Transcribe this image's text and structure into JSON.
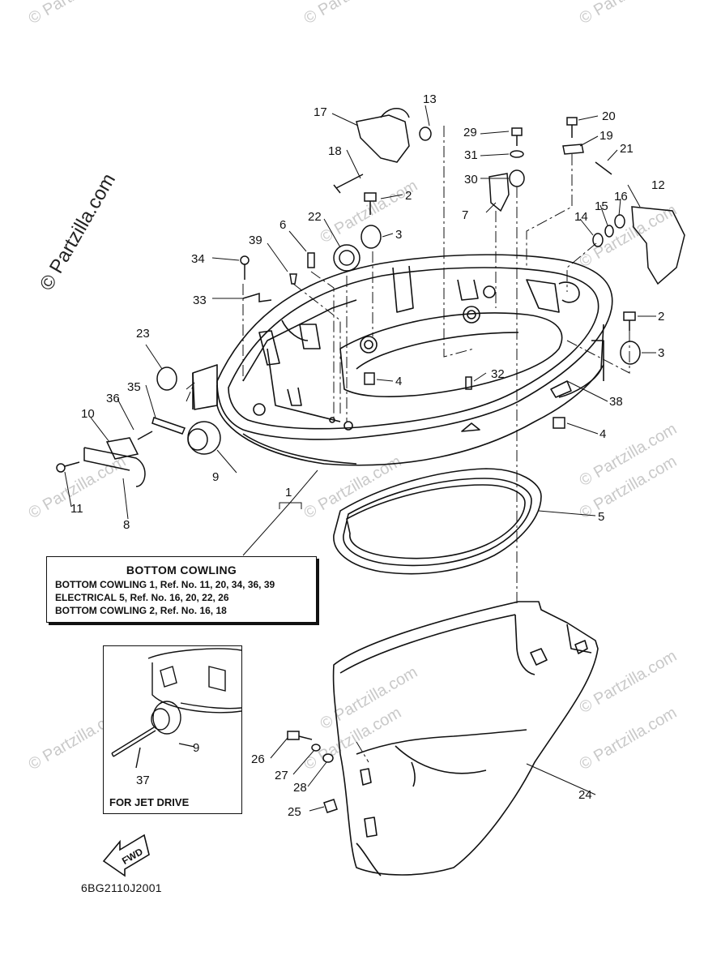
{
  "watermark": "© Partzilla.com",
  "side_watermark": "© Partzilla.com",
  "legend": {
    "title": "BOTTOM  COWLING",
    "rows": [
      "BOTTOM  COWLING  1,   Ref.  No. 11, 20, 34, 36, 39",
      "ELECTRICAL  5,   Ref.  No.  16,  20,  22,  26",
      "BOTTOM  COWLING  2,   Ref.  No.  16,  18"
    ]
  },
  "inset": {
    "title": "FOR JET DRIVE",
    "labels": [
      "9",
      "37"
    ]
  },
  "fwd_label": "FWD",
  "diagram_code": "6BG2110J2001",
  "callouts": [
    "1",
    "2",
    "2",
    "3",
    "3",
    "4",
    "4",
    "5",
    "6",
    "7",
    "8",
    "9",
    "10",
    "11",
    "12",
    "13",
    "14",
    "15",
    "16",
    "17",
    "18",
    "19",
    "20",
    "21",
    "22",
    "23",
    "24",
    "25",
    "26",
    "27",
    "28",
    "29",
    "30",
    "31",
    "32",
    "33",
    "34",
    "35",
    "36",
    "38",
    "39"
  ]
}
